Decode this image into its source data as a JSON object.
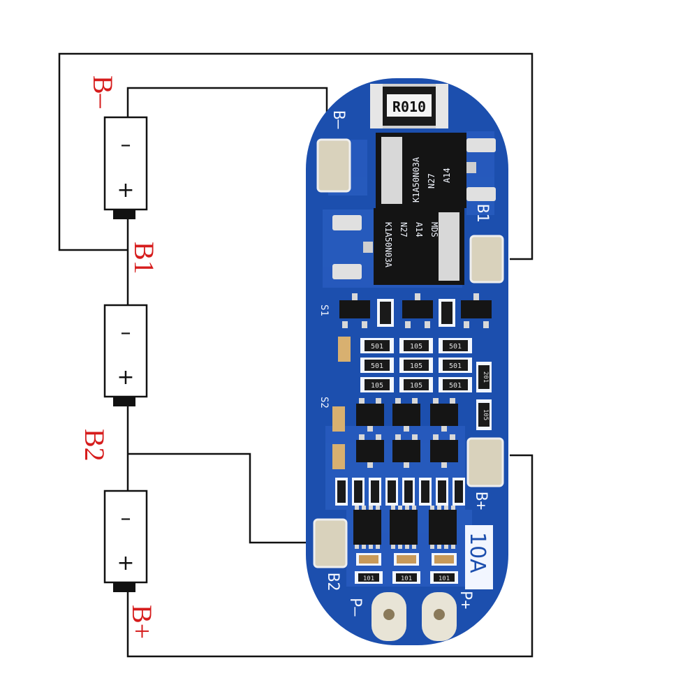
{
  "diagram": {
    "labels": {
      "b_minus": "B–",
      "b1": "B1",
      "b2": "B2",
      "b_plus": "B+"
    },
    "cells": [
      {
        "minus": "–",
        "plus": "+"
      },
      {
        "minus": "–",
        "plus": "+"
      },
      {
        "minus": "–",
        "plus": "+"
      }
    ],
    "board": {
      "shunt_marking": "R010",
      "pad_b_minus": "B–",
      "pad_b1": "B1",
      "pad_b2": "B2",
      "pad_b_plus": "B+",
      "current_rating": "10A",
      "p_minus": "P–",
      "p_plus": "P+",
      "s1": "S1",
      "s2": "S2",
      "mosfet_lines": [
        "K1A50N03A",
        "N27",
        "A14",
        "MDS"
      ],
      "resistor_codes": [
        "501",
        "105",
        "501",
        "501",
        "105",
        "501",
        "105",
        "105",
        "501",
        "201",
        "105"
      ],
      "bottom_codes": [
        "101",
        "101",
        "101"
      ]
    },
    "colors": {
      "board": "#1c4fae",
      "trace": "#2f63c8",
      "pad": "#d9d2bc",
      "label_red": "#d61c1c"
    }
  }
}
